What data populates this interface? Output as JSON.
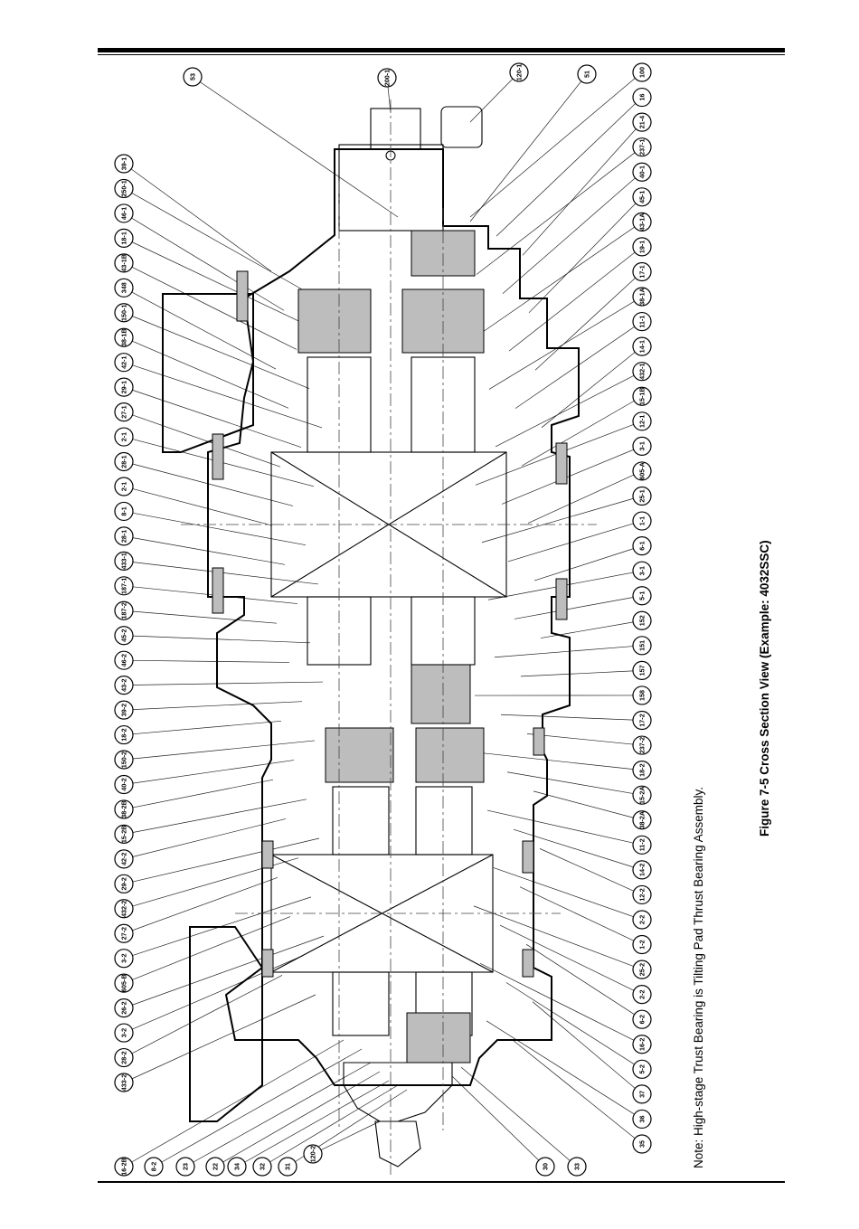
{
  "figure": {
    "caption": "Figure 7-5 Cross Section View (Example: 4032SSC)",
    "note": "Note: High-stage Trust Bearing is Tilting Pad Thrust Bearing Assembly."
  },
  "colors": {
    "line": "#000000",
    "shade": "#bdbdbd",
    "paper": "#ffffff"
  },
  "callouts": {
    "left": [
      "39-1",
      "250-1",
      "46-1",
      "18-1",
      "43-1B",
      "348",
      "150-1",
      "38-1B",
      "42-1",
      "29-1",
      "27-1",
      "2-1",
      "28-1",
      "2-1",
      "8-1",
      "28-1",
      "433-1",
      "187-1",
      "187-2",
      "45-2",
      "46-2",
      "43-2",
      "39-2",
      "18-2",
      "150-2",
      "40-2",
      "38-2B",
      "15-2B",
      "42-2",
      "29-2",
      "432-2",
      "27-2",
      "3-2",
      "605-B",
      "26-2",
      "3-2",
      "28-2",
      "433-2"
    ],
    "right": [
      "100",
      "16",
      "21-4",
      "237-1",
      "40-1",
      "45-1",
      "43-1A",
      "19-1",
      "17-1",
      "38-1A",
      "11-1",
      "14-1",
      "432-1",
      "15-1B",
      "12-1",
      "3-1",
      "605-A",
      "25-1",
      "1-1",
      "6-1",
      "3-1",
      "5-1",
      "152",
      "151",
      "157",
      "158",
      "17-2",
      "237-2",
      "18-2",
      "15-2A",
      "38-2A",
      "11-2",
      "14-2",
      "12-2",
      "2-2",
      "1-2",
      "25-2",
      "2-2",
      "6-2",
      "16-2",
      "5-2",
      "37",
      "36",
      "35"
    ],
    "bottom": [
      "16-2B",
      "8-2",
      "23",
      "22",
      "34",
      "32",
      "31",
      "120-2",
      "30",
      "33"
    ],
    "top": [
      "53",
      "200-1",
      "120-1",
      "51"
    ]
  }
}
